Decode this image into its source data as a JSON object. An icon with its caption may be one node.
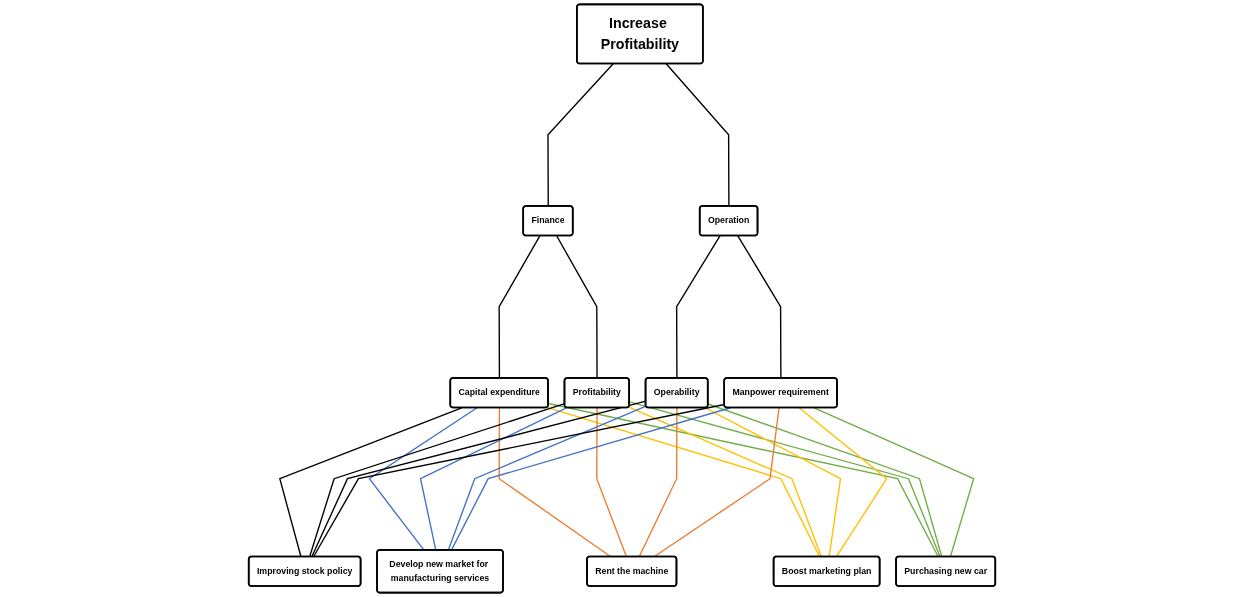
{
  "diagram": {
    "nodes": [
      {
        "text": [
          "Increase Profitability"
        ]
      },
      {
        "text": [
          "Finance"
        ]
      },
      {
        "text": [
          "Operation"
        ]
      },
      {
        "text": [
          "Capital expenditure"
        ]
      },
      {
        "text": [
          "Profitability"
        ]
      },
      {
        "text": [
          "Operability"
        ]
      },
      {
        "text": [
          "Manpower requirement"
        ]
      },
      {
        "text": [
          "Improving stock policy"
        ]
      },
      {
        "text": [
          "Develop new market for manufacturing services"
        ]
      },
      {
        "text": [
          "Rent the machine"
        ]
      },
      {
        "text": [
          "Boost marketing plan"
        ]
      },
      {
        "text": [
          "Purchasing new car"
        ]
      }
    ],
    "edges": [
      {
        "from": 0,
        "to": 1,
        "arrow": "none"
      },
      {
        "from": 0,
        "to": 2,
        "arrow": "none"
      },
      {
        "from": 1,
        "to": 3,
        "arrow": "none"
      },
      {
        "from": 1,
        "to": 4,
        "arrow": "none"
      },
      {
        "from": 2,
        "to": 5,
        "arrow": "none"
      },
      {
        "from": 2,
        "to": 6,
        "arrow": "none"
      },
      {
        "from": 3,
        "to": 7,
        "arrow": "none"
      },
      {
        "from": 3,
        "to": 8,
        "arrow": "none",
        "color": "#4472c4"
      },
      {
        "from": 3,
        "to": 9,
        "arrow": "none",
        "color": "#ed7d31"
      },
      {
        "from": 3,
        "to": 10,
        "arrow": "none",
        "color": "#ffc000"
      },
      {
        "from": 3,
        "to": 11,
        "arrow": "none",
        "color": "#70ad47"
      },
      {
        "from": 4,
        "to": 7,
        "arrow": "none"
      },
      {
        "from": 4,
        "to": 8,
        "arrow": "none",
        "color": "#4472c4"
      },
      {
        "from": 4,
        "to": 9,
        "arrow": "none",
        "color": "#ed7d31"
      },
      {
        "from": 4,
        "to": 10,
        "arrow": "none",
        "color": "#ffc000"
      },
      {
        "from": 4,
        "to": 11,
        "arrow": "none",
        "color": "#70ad47"
      },
      {
        "from": 5,
        "to": 7,
        "arrow": "none"
      },
      {
        "from": 5,
        "to": 8,
        "arrow": "none",
        "color": "#4472c4"
      },
      {
        "from": 5,
        "to": 9,
        "arrow": "none",
        "color": "#ed7d31"
      },
      {
        "from": 5,
        "to": 10,
        "arrow": "none",
        "color": "#ffc000"
      },
      {
        "from": 5,
        "to": 11,
        "arrow": "none",
        "color": "#70ad47"
      },
      {
        "from": 6,
        "to": 7,
        "arrow": "none"
      },
      {
        "from": 6,
        "to": 8,
        "arrow": "none",
        "color": "#4472c4"
      },
      {
        "from": 6,
        "to": 9,
        "arrow": "none",
        "color": "#ed7d31"
      },
      {
        "from": 6,
        "to": 10,
        "arrow": "none",
        "color": "#ffc000"
      },
      {
        "from": 6,
        "to": 11,
        "arrow": "none",
        "color": "#70ad47"
      }
    ]
  }
}
